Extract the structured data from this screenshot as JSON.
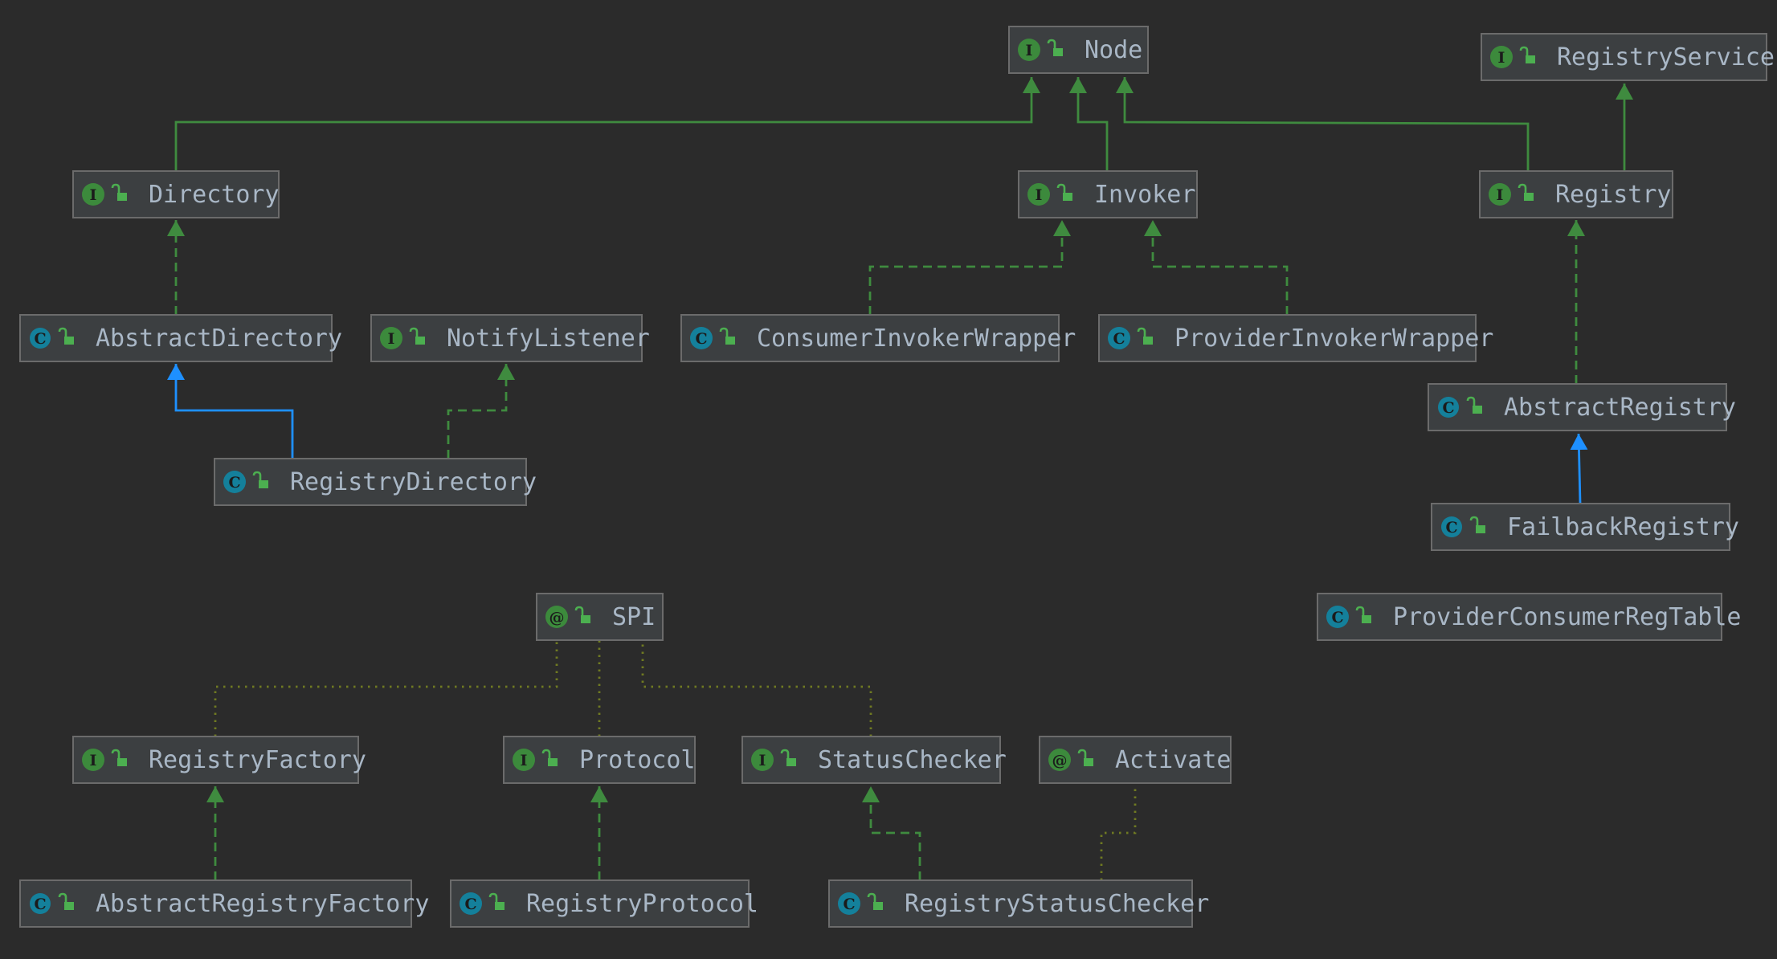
{
  "colors": {
    "background": "#2b2b2b",
    "box_fill": "#3c3f41",
    "box_border": "#6b6b6b",
    "label_text": "#a9b7c6",
    "interface_badge": "#3c8a3c",
    "class_badge": "#14809b",
    "annotation_badge": "#3c8a3c",
    "access_icon": "#4caf50",
    "interface_edge": "#3f8b3f",
    "class_edge": "#1e90ff",
    "dependency_edge": "#6f7a22"
  },
  "nodes": [
    {
      "id": "Node",
      "label": "Node",
      "kind": "interface"
    },
    {
      "id": "RegistryService",
      "label": "RegistryService",
      "kind": "interface"
    },
    {
      "id": "Directory",
      "label": "Directory",
      "kind": "interface"
    },
    {
      "id": "Invoker",
      "label": "Invoker",
      "kind": "interface"
    },
    {
      "id": "Registry",
      "label": "Registry",
      "kind": "interface"
    },
    {
      "id": "AbstractDirectory",
      "label": "AbstractDirectory",
      "kind": "abstract-class"
    },
    {
      "id": "NotifyListener",
      "label": "NotifyListener",
      "kind": "interface"
    },
    {
      "id": "ConsumerInvokerWrapper",
      "label": "ConsumerInvokerWrapper",
      "kind": "class"
    },
    {
      "id": "ProviderInvokerWrapper",
      "label": "ProviderInvokerWrapper",
      "kind": "class"
    },
    {
      "id": "AbstractRegistry",
      "label": "AbstractRegistry",
      "kind": "abstract-class"
    },
    {
      "id": "RegistryDirectory",
      "label": "RegistryDirectory",
      "kind": "class"
    },
    {
      "id": "FailbackRegistry",
      "label": "FailbackRegistry",
      "kind": "abstract-class"
    },
    {
      "id": "SPI",
      "label": "SPI",
      "kind": "annotation"
    },
    {
      "id": "ProviderConsumerRegTable",
      "label": "ProviderConsumerRegTable",
      "kind": "class"
    },
    {
      "id": "RegistryFactory",
      "label": "RegistryFactory",
      "kind": "interface"
    },
    {
      "id": "Protocol",
      "label": "Protocol",
      "kind": "interface"
    },
    {
      "id": "StatusChecker",
      "label": "StatusChecker",
      "kind": "interface"
    },
    {
      "id": "Activate",
      "label": "Activate",
      "kind": "annotation"
    },
    {
      "id": "AbstractRegistryFactory",
      "label": "AbstractRegistryFactory",
      "kind": "abstract-class"
    },
    {
      "id": "RegistryProtocol",
      "label": "RegistryProtocol",
      "kind": "class"
    },
    {
      "id": "RegistryStatusChecker",
      "label": "RegistryStatusChecker",
      "kind": "class"
    }
  ],
  "edges": [
    {
      "from": "Directory",
      "to": "Node",
      "type": "extends-interface"
    },
    {
      "from": "Invoker",
      "to": "Node",
      "type": "extends-interface"
    },
    {
      "from": "Registry",
      "to": "Node",
      "type": "extends-interface"
    },
    {
      "from": "Registry",
      "to": "RegistryService",
      "type": "extends-interface"
    },
    {
      "from": "AbstractDirectory",
      "to": "Directory",
      "type": "implements"
    },
    {
      "from": "RegistryDirectory",
      "to": "AbstractDirectory",
      "type": "extends-class"
    },
    {
      "from": "RegistryDirectory",
      "to": "NotifyListener",
      "type": "implements"
    },
    {
      "from": "ConsumerInvokerWrapper",
      "to": "Invoker",
      "type": "implements"
    },
    {
      "from": "ProviderInvokerWrapper",
      "to": "Invoker",
      "type": "implements"
    },
    {
      "from": "AbstractRegistry",
      "to": "Registry",
      "type": "implements"
    },
    {
      "from": "FailbackRegistry",
      "to": "AbstractRegistry",
      "type": "extends-class"
    },
    {
      "from": "AbstractRegistryFactory",
      "to": "RegistryFactory",
      "type": "implements"
    },
    {
      "from": "RegistryProtocol",
      "to": "Protocol",
      "type": "implements"
    },
    {
      "from": "RegistryStatusChecker",
      "to": "StatusChecker",
      "type": "implements"
    },
    {
      "from": "RegistryFactory",
      "to": "SPI",
      "type": "annotated-by"
    },
    {
      "from": "Protocol",
      "to": "SPI",
      "type": "annotated-by"
    },
    {
      "from": "StatusChecker",
      "to": "SPI",
      "type": "annotated-by"
    },
    {
      "from": "RegistryStatusChecker",
      "to": "Activate",
      "type": "annotated-by"
    }
  ]
}
